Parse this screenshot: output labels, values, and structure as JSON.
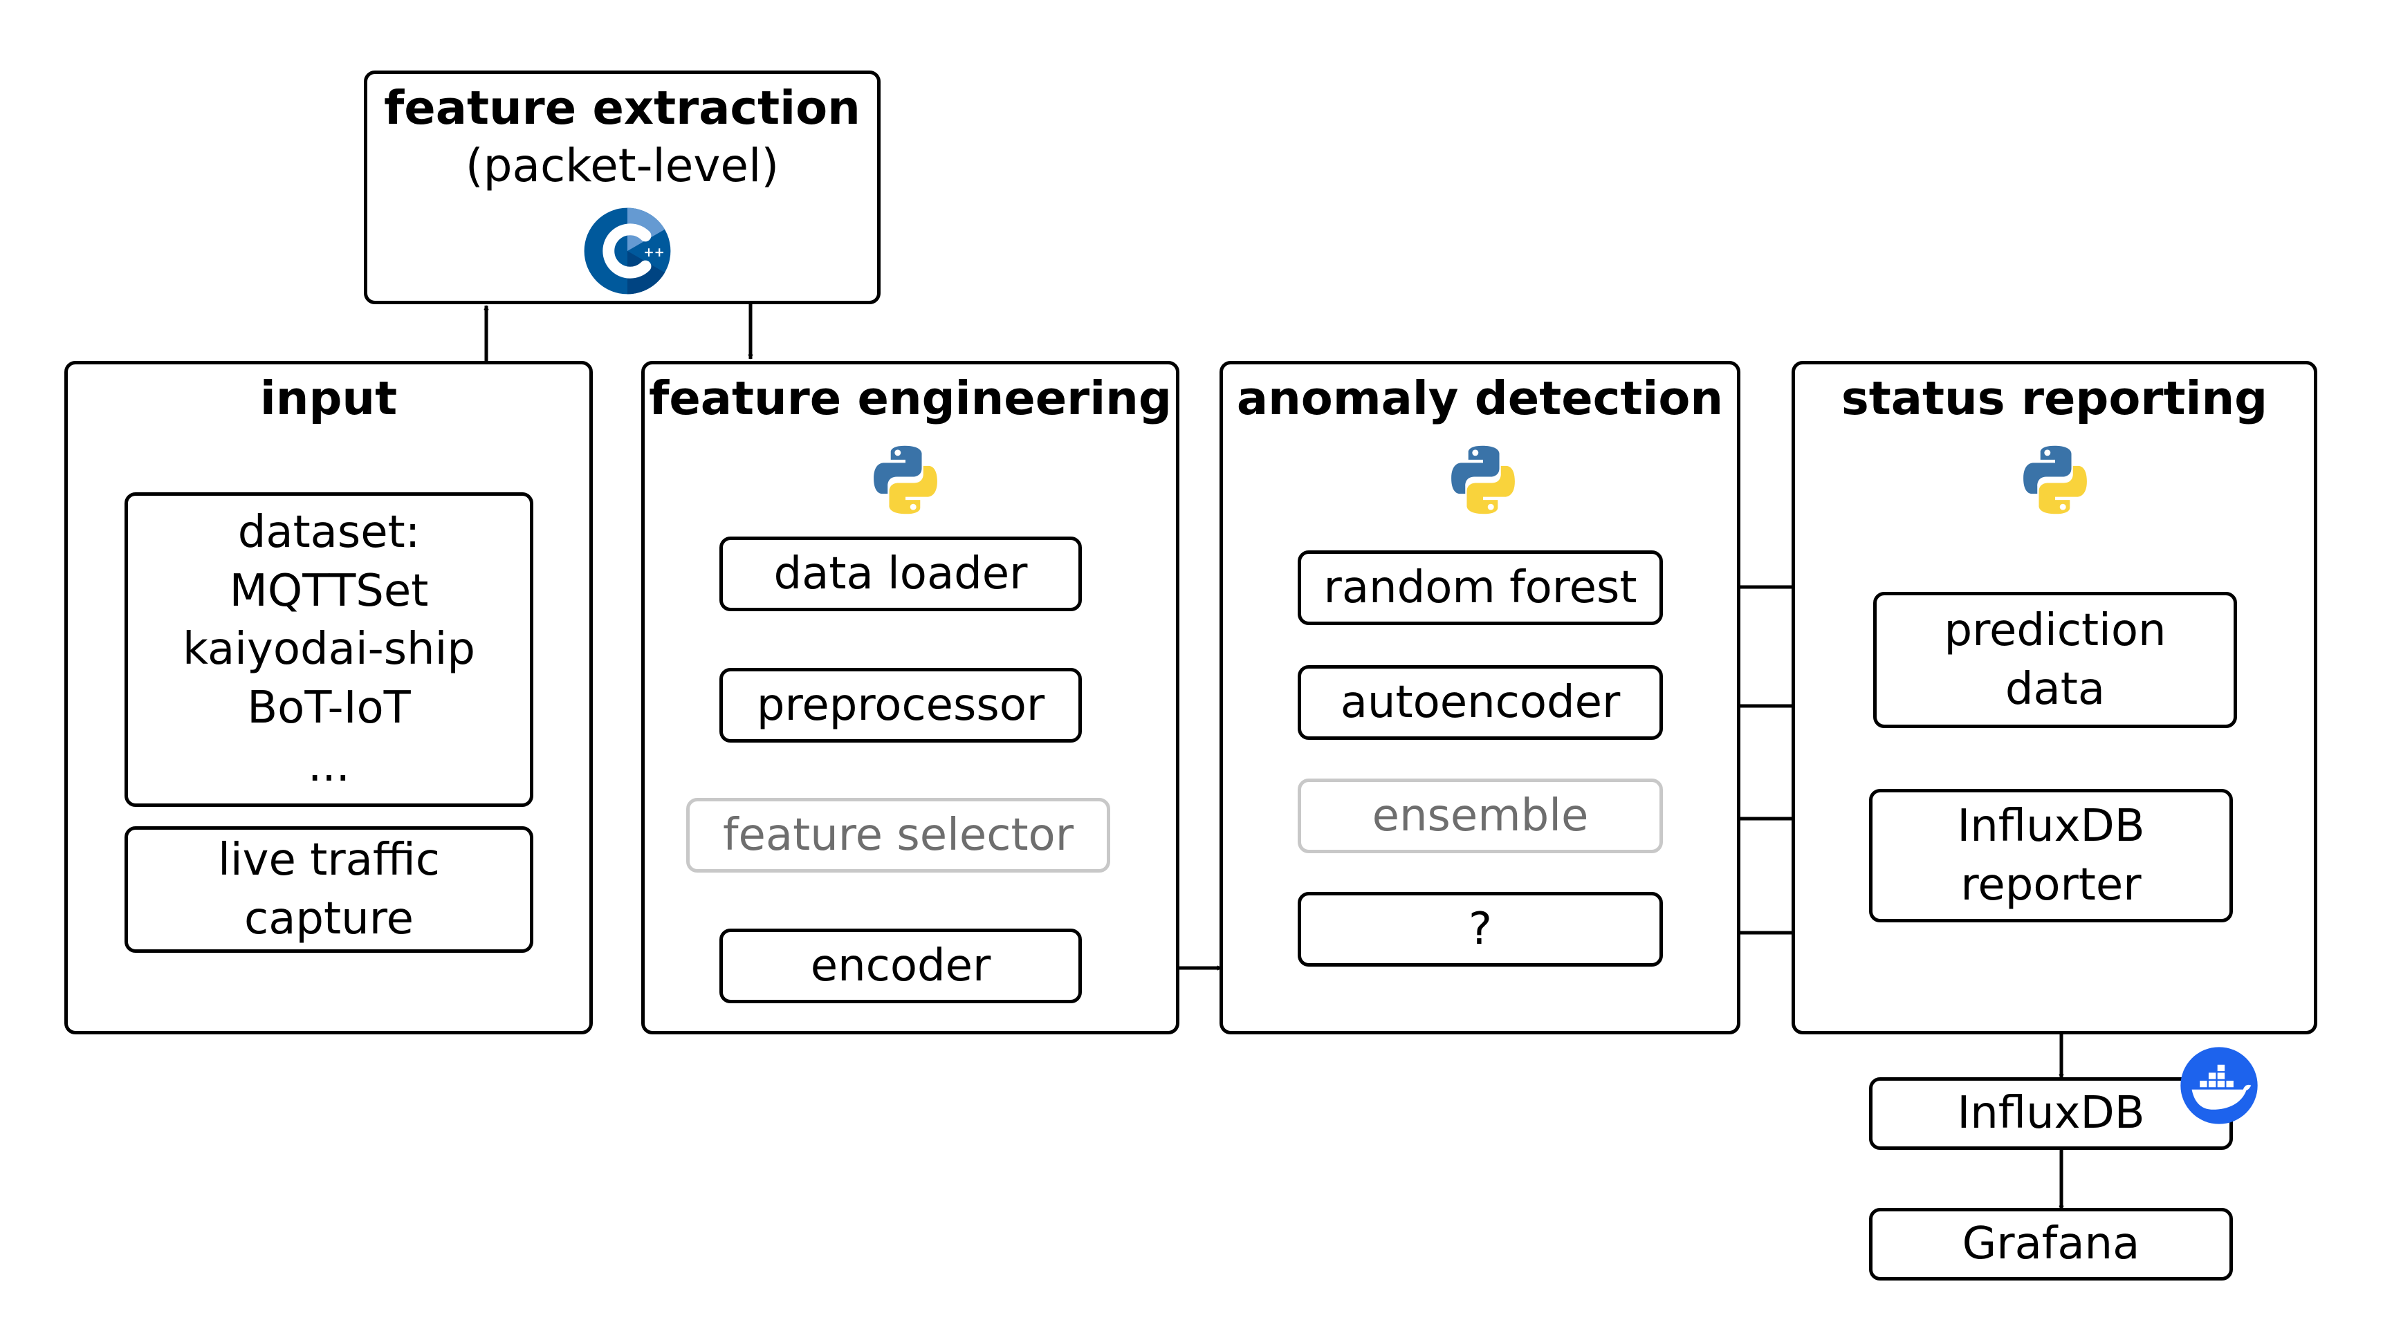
{
  "feature_extraction": {
    "title": "feature extraction",
    "subtitle": "(packet-level)",
    "icon": "cpp-logo-icon"
  },
  "input": {
    "title": "input",
    "dataset_lines": [
      "dataset:",
      "MQTTSet",
      "kaiyodai-ship",
      "BoT-IoT",
      "..."
    ],
    "live_lines": [
      "live traffic",
      "capture"
    ]
  },
  "feature_engineering": {
    "title": "feature engineering",
    "icon": "python-logo-icon",
    "steps": [
      "data loader",
      "preprocessor",
      "feature selector",
      "encoder"
    ]
  },
  "anomaly_detection": {
    "title": "anomaly detection",
    "icon": "python-logo-icon",
    "models": [
      "random forest",
      "autoencoder",
      "ensemble",
      "?"
    ]
  },
  "status_reporting": {
    "title": "status reporting",
    "icon": "python-logo-icon",
    "prediction_lines": [
      "prediction",
      "data"
    ],
    "reporter_lines": [
      "InfluxDB",
      "reporter"
    ]
  },
  "infrastructure": {
    "influxdb": "InfluxDB",
    "grafana": "Grafana",
    "container_icon": "docker-logo-icon"
  },
  "colors": {
    "line": "#000000",
    "faded_border": "#c8c8c8",
    "faded_text": "#6e6e6e",
    "python_blue": "#3a73a8",
    "python_yellow": "#f9d33c",
    "cpp_blue": "#00599c",
    "docker_blue": "#1d63ed"
  }
}
